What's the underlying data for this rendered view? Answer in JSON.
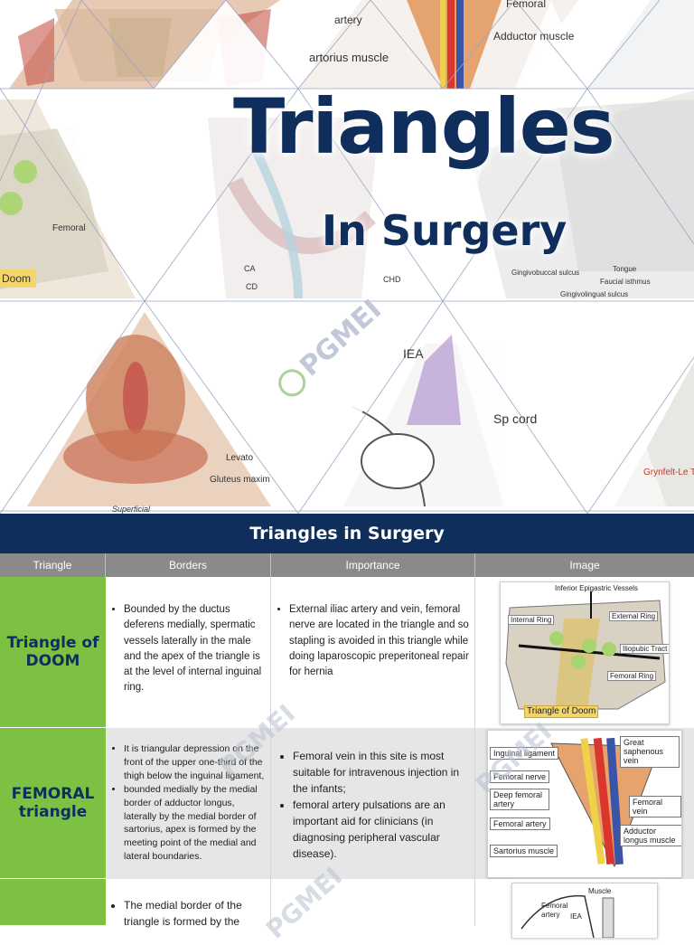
{
  "cover": {
    "title": "Triangles",
    "subtitle": "In Surgery",
    "watermark": "PGMEI",
    "snippet_labels": {
      "artery": "artery",
      "sartorius": "artorius muscle",
      "adductor": "Adductor muscle",
      "femoral": "Femoral",
      "doom": "Doom",
      "iea": "IEA",
      "spermatic": "Sp cord",
      "levator": "Levato",
      "gluteus": "Gluteus maxim",
      "superficial": "Superficial",
      "grynfeltt": "Grynfelt-Le Triangle (su lumbar tria",
      "tongue": "Tongue",
      "faucial": "Faucial isthmus",
      "gingivobuccal": "Gingivobuccal sulcus",
      "gingivolingual": "Gingivolingual sulcus",
      "ca": "CA",
      "cd": "CD",
      "chd": "CHD"
    }
  },
  "section_title": "Triangles in Surgery",
  "columns": [
    "Triangle",
    "Borders",
    "Importance",
    "Image"
  ],
  "rows": [
    {
      "name": "Triangle of DOOM",
      "borders": [
        "Bounded by the ductus deferens medially, spermatic vessels laterally in the male and the apex of the triangle is at the level of internal inguinal ring."
      ],
      "importance": [
        "External iliac artery and vein, femoral nerve are located in the triangle and so stapling is avoided in this triangle while doing laparoscopic preperitoneal repair for hernia"
      ],
      "image_labels": {
        "top": "Inferior Epigastric Vessels",
        "internal_ring": "Internal Ring",
        "external_ring": "External Ring",
        "iliopubic": "Iliopubic Tract",
        "femoral_ring": "Femoral Ring",
        "caption": "Triangle of Doom"
      }
    },
    {
      "name": "FEMORAL triangle",
      "borders": [
        "It is triangular depression on the front of the upper one-third of the thigh below the inguinal ligament,",
        "bounded medially by the medial border of adductor longus, laterally by the medial border of sartorius, apex is formed by the meeting point of the medial and lateral boundaries."
      ],
      "importance": [
        "Femoral vein in this site is most suitable for intravenous injection in the infants;",
        "femoral artery pulsations are an important aid for clinicians (in diagnosing peripheral vascular disease)."
      ],
      "image_labels": {
        "inguinal": "Inguinal ligament",
        "nerve": "Femoral nerve",
        "deep": "Deep femoral artery",
        "artery": "Femoral artery",
        "sartorius": "Sartorius muscle",
        "saphenous": "Great saphenous vein",
        "vein": "Femoral vein",
        "adductor": "Adductor longus muscle"
      }
    },
    {
      "name": "",
      "borders": [
        "The medial border of the triangle is formed by the"
      ],
      "importance": [],
      "image_labels": {
        "muscle": "Muscle",
        "femoral_artery": "Femoral artery",
        "iea": "IEA"
      }
    }
  ],
  "colors": {
    "navy": "#0f2e5c",
    "green": "#7cc142",
    "header_gray": "#8a8a8a"
  }
}
